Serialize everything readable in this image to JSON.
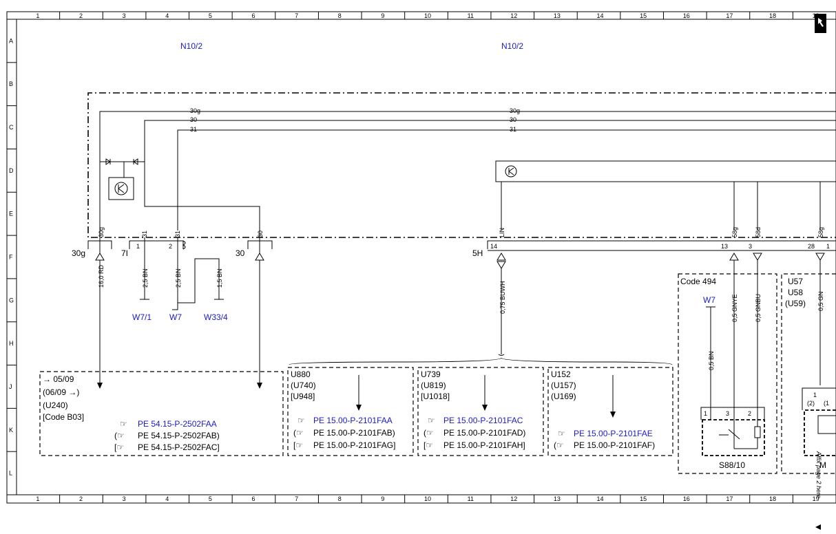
{
  "grid": {
    "columns": [
      "1",
      "2",
      "3",
      "4",
      "5",
      "6",
      "7",
      "8",
      "9",
      "10",
      "11",
      "12",
      "13",
      "14",
      "15",
      "16",
      "17",
      "18",
      "19"
    ],
    "rows": [
      "A",
      "B",
      "C",
      "D",
      "E",
      "F",
      "G",
      "H",
      "J",
      "K",
      "L"
    ]
  },
  "modules": {
    "left": "N10/2",
    "right": "N10/2"
  },
  "buses": {
    "b30g": "30g",
    "b30": "30",
    "b31": "31"
  },
  "pins": {
    "p30g": "30g",
    "p31a": "31",
    "p31b": "31",
    "p30": "30",
    "plin": "LIN",
    "p58g1": "58g",
    "p58d": "58d",
    "p58g2": "58g"
  },
  "connectors": {
    "c30g": "30g",
    "c7l": "7I",
    "c7l_1": "1",
    "c7l_2": "2",
    "c30": "30",
    "c5h": "5H",
    "c5h_14": "14",
    "c13": "13",
    "c3": "3",
    "c28": "28",
    "c1x": "1"
  },
  "wires": {
    "w_rd": "16,0 RD",
    "w_bn1": "2,5 BN",
    "w_bn2": "2,5 BN",
    "w_bn3": "1,5 BN",
    "w_buwh": "0,75 BUWH",
    "w_bn4": "0,5 BN",
    "w_gnye": "0,5 GNYE",
    "w_gnbu": "0,5 GNBU",
    "w_gn": "0,5 GN"
  },
  "grounds": {
    "g1": "W7/1",
    "g2": "W7",
    "g3": "W33/4",
    "g4": "W7"
  },
  "boxes": {
    "b1_l1": "→ 05/09",
    "b1_l2": "(06/09  →)",
    "b1_l3": "(U240)",
    "b1_l4": "[Code B03]",
    "b1_r1": "PE 54.15-P-2502FAA",
    "b1_r2": "PE 54.15-P-2502FAB)",
    "b1_r3": "PE 54.15-P-2502FAC]",
    "b2_l1": "U880",
    "b2_l2": "(U740)",
    "b2_l3": "[U948]",
    "b2_r1": "PE 15.00-P-2101FAA",
    "b2_r2": "PE 15.00-P-2101FAB)",
    "b2_r3": "PE 15.00-P-2101FAG]",
    "b3_l1": "U739",
    "b3_l2": "(U819)",
    "b3_l3": "[U1018]",
    "b3_r1": "PE 15.00-P-2101FAC",
    "b3_r2": "PE 15.00-P-2101FAD)",
    "b3_r3": "PE 15.00-P-2101FAH]",
    "b4_l1": "U152",
    "b4_l2": "(U157)",
    "b4_l3": "(U169)",
    "b4_r1": "PE 15.00-P-2101FAE",
    "b4_r2": "PE 15.00-P-2101FAF)"
  },
  "code494": {
    "title": "Code 494",
    "switch": "S88/10",
    "pin1": "1",
    "pin3": "3",
    "pin2": "2"
  },
  "u57": {
    "l1": "U57",
    "l2": "U58",
    "l3": "(U59)",
    "pin1": "1",
    "pin2": "(2)",
    "pin3": "(1",
    "m": "M"
  },
  "side_note": "Affix page 2 here"
}
